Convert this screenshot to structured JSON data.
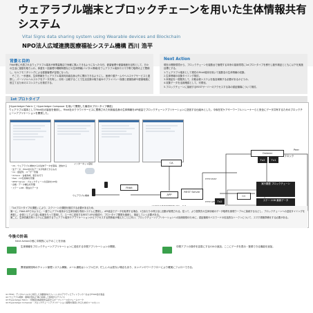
{
  "title": "ウェアラブル端末とブロックチェーンを用いた生体情報共有システム",
  "subtitle": "Vital Signs data sharing system using Wearable devices and Blockchain",
  "author": "NPO法人広域連携医療福祉システム機構  西川 浩平",
  "background": {
    "heading": "背景と目的",
    "text": "Fitbit等に代表されるウェアラブル端末が家電量販店で気軽に購入できるようになった今日、健康管理や健康増進を目的として、日々の生活に運動を取り入れ、体重を一括管理や睡眠時間などの生体情報(バイタル情報)をウェアラブル端末やスマホ等で取得の上で蓄積し、セルフモニタリングによる健康管理が容易になった。\n　そこで、一歩進め、生体情報をウェアラブル端末利用者自身以外に開示できるようにし、医療介護チームやヘルスケアサービスと連携し、パーソナルヘルスケアをデータ共有し、分析・比較することで生活支援の取り組みやプライバシー保護と健康指導や健康増進に役立てるためのエコシステムを検討する。"
  },
  "next_action": {
    "heading": "Next Action",
    "text": "現在の開発環境から、ブロックチェーンを複数台で管理する本来の運用環境に1stプロトタイプを移行し動作検証とともに以下を実施目標とする。\n1.ウェアラブル端末として現在のFitbit端末を除いて複数名の生体情報の収集。\n2.生体情報の収集タイミング検討。\n3.本検証を一般販売して、分散台帳システムを独自構築する必要があるかどうか。\n4.収集データを活用確認として、可視化。\n5.ブロックチェーンに接続するRESTサーバーのアクセスする為の認証機構について検討。"
  },
  "section1": {
    "heading": "1st プロトタイプ",
    "intro": "[Hyperledger Fabric と Hyperledger Composer を用いて開発した最初のプロトタイプ構成]\nウェアラブル端末としてFitbit社の製品を使用し、Fitbit社のクラウドサービスに蓄積された利用者自身の生体情報をAPI経由でブロックチェーンアプリケーションに送信する仕組みとした。今後在宅ケアや一ワーフルトレーナーらと安全にデータ共有するためのブロックチェーンアプリケーションを開発した。",
    "notes": "・OS : ウェアラブル端末からの生体データを取得、送信する\n・生データ：Fitbit社の生データが利用できるもの\n・CA : 認証局、ユーザー管理\n・Orderer : 台帳作成、取引を行う\n・Peer : CC仕様等を管理\n・REST Server : ブロックチェーンの資産をAPI化\n・台帳 : データ書込を管理\n・ステートDB : 現在のデータ",
    "labels": {
      "internet": "インターネット接続",
      "fitbit": "Fitbit",
      "wearable": "ウェアラブル端末",
      "app": "APP",
      "rest": "REST Server",
      "ca": "CA",
      "orderer": "Orderer",
      "block": "ブロック",
      "peer": "Peer",
      "cc": "CC",
      "ledger": "実行履歴 ブロックチェーン",
      "statedb": "ステートDB 最新データ",
      "ledger_label": "台帳",
      "tx2": "Tx2",
      "tx1": "Tx1",
      "tx2b": "Tx2",
      "http_post": "HTTP POST",
      "http_get": "HTTP GET",
      "api_caption": "API経由で生体情報取得 ブロックチェーンに送信",
      "share_caption": "生体情報を共有 利用者以外に開示"
    },
    "desc1": "「1stプロトタイプの課題」により、スクリーンの課題を検討する必要があるため、\n第一に、Fitbit APIでのように、一度ウェアブル端末から生体情報を専用システムに蓄積し、API経由でデータを取得する場合、1日あたりの呼び出し回数が制限される。従って、より提携先の生体情報のデータ取得を実現ウーブルに接続するなどし、ブロックチェーンへの送信タイミングを考慮し、全体としてより高い精度をもって運用して、ユーザに送信するREST APIの構成や、プロトタイプ開発を継続し、検証していく必要がある。\n第二に、生体情報共有システムに接続するウェアブル端末やアプリケーションからアクセスする関係者が増えたことに伴い、ブロックチェーンアプリケーションへの接続制御のために、認証機構やバスワードの包括的なトークンについて、スマホ規格準備をする必要がある。"
  },
  "section2": {
    "heading": "今後の計画",
    "lead": "Next Actionの他に中期的に以下のことを計画",
    "items": [
      "生体情報をブロックチェーンアプリケーションに送信する中間アプリケーションの開発。",
      "中間アプリの操作を容易にするGUIの追加。ここにデータを表示・登録できる機能を追加。",
      "異常値検知時のチャット管理システム構築。メール通知はシンプルだが、忙しい人は見ない場合もあり、カンバンやワークフローにより確実にフォローできる。"
    ]
  },
  "footnotes": "※1 Fitbit : デジタルヘルスに対応した消費者向けフィットネスアクティビティトラッカーおよびFitbit社の製品\n※2 ウェアブル端末 : 腕時計型など体に装着して使用するデバイス\n※3 Hyperledger Fabric : 分散型台帳技術を実装するオープンソースのフレームワーク\n※4 Hyperledger Composer : ブロックチェーンアプリケーション開発を容易にするためのツールセット"
}
